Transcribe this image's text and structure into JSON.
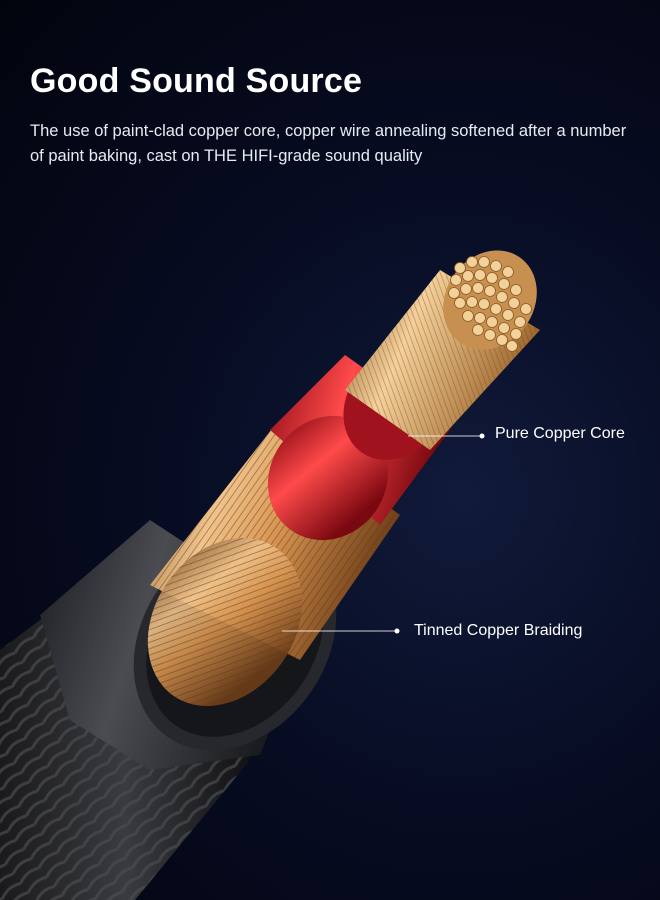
{
  "header": {
    "title": "Good Sound Source",
    "description": "The use of paint-clad copper core, copper wire annealing softened after a number of paint baking, cast on THE HIFI-grade sound quality"
  },
  "callouts": {
    "core_label": "Pure Copper Core",
    "braid_label": "Tinned Copper Braiding"
  },
  "colors": {
    "background": "#050a1e",
    "jacket": "#2a2c31",
    "insulation": "#c8101e",
    "copper": "#d99a5a"
  }
}
